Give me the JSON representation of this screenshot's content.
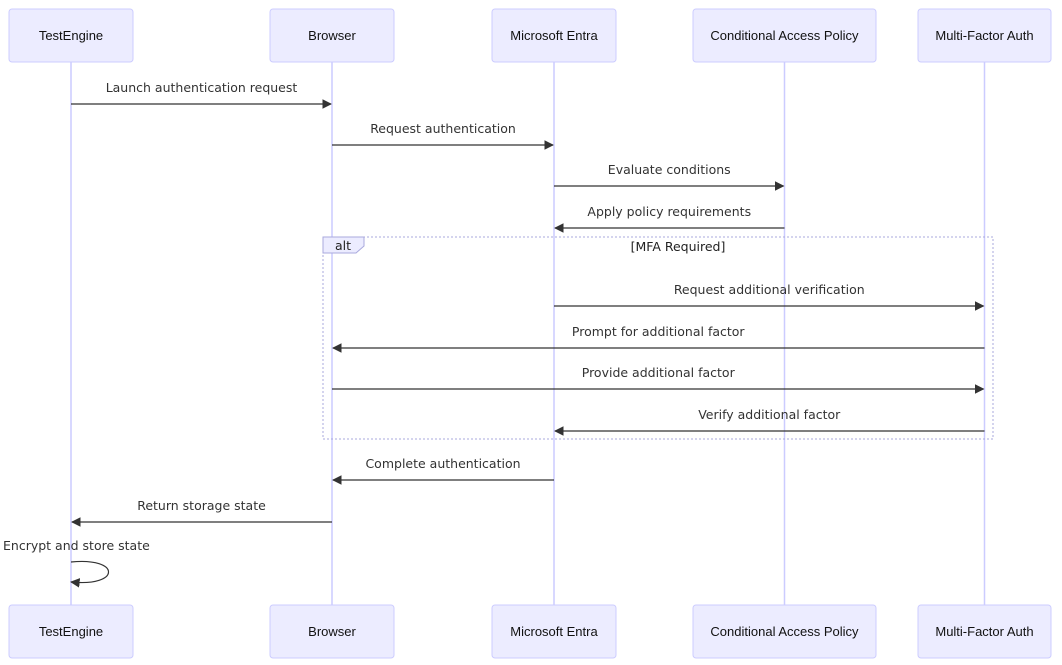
{
  "diagram": {
    "participants": [
      {
        "id": "te",
        "label": "TestEngine"
      },
      {
        "id": "br",
        "label": "Browser"
      },
      {
        "id": "me",
        "label": "Microsoft Entra"
      },
      {
        "id": "cap",
        "label": "Conditional Access Policy"
      },
      {
        "id": "mfa",
        "label": "Multi-Factor Auth"
      }
    ],
    "messages": [
      {
        "from": "te",
        "to": "br",
        "label": "Launch authentication request"
      },
      {
        "from": "br",
        "to": "me",
        "label": "Request authentication"
      },
      {
        "from": "me",
        "to": "cap",
        "label": "Evaluate conditions"
      },
      {
        "from": "cap",
        "to": "me",
        "label": "Apply policy requirements"
      },
      {
        "from": "me",
        "to": "mfa",
        "label": "Request additional verification"
      },
      {
        "from": "mfa",
        "to": "br",
        "label": "Prompt for additional factor"
      },
      {
        "from": "br",
        "to": "mfa",
        "label": "Provide additional factor"
      },
      {
        "from": "mfa",
        "to": "me",
        "label": "Verify additional factor"
      },
      {
        "from": "me",
        "to": "br",
        "label": "Complete authentication"
      },
      {
        "from": "br",
        "to": "te",
        "label": "Return storage state"
      },
      {
        "from": "te",
        "to": "te",
        "label": "Encrypt and store state"
      }
    ],
    "fragment": {
      "type": "alt",
      "condition": "[MFA Required]",
      "first_message": 4,
      "last_message": 7
    },
    "colors": {
      "actor_fill": "#ececff",
      "actor_stroke": "#ccccff",
      "line": "#333333",
      "frame": "#aaaadd"
    }
  }
}
